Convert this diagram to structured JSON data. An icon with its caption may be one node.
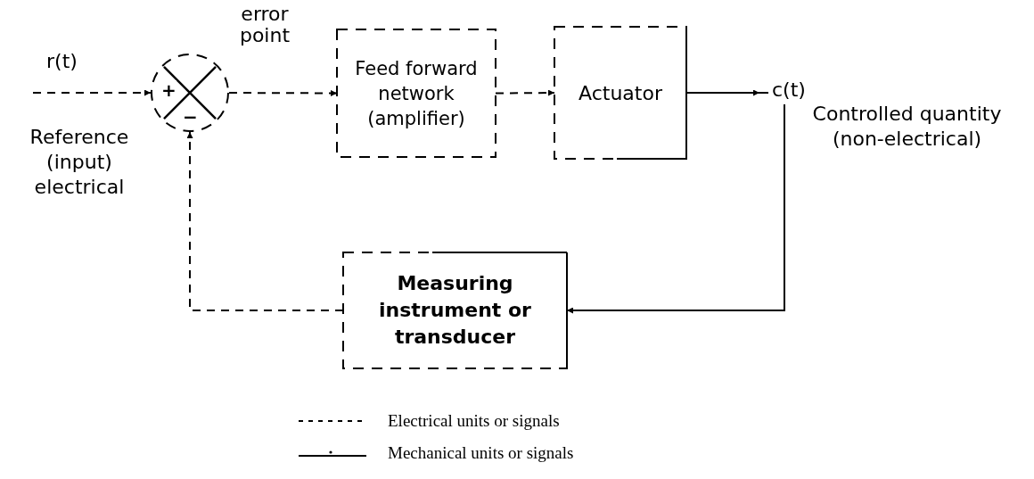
{
  "diagram": {
    "nodes": [
      {
        "text": [
          "+",
          "−"
        ],
        "beside": [
          "error point"
        ]
      },
      {
        "text": [
          "Feed forward network (amplifier)"
        ]
      },
      {
        "text": [
          "Actuator"
        ]
      },
      {
        "text": [
          "Measuring instrument or transducer"
        ]
      }
    ],
    "edges": [
      {
        "from": null,
        "to": 0,
        "arrow": "to",
        "label": "r(t)",
        "style": "dashed"
      },
      {
        "from": 0,
        "to": 1,
        "arrow": "to",
        "style": "dashed"
      },
      {
        "from": 1,
        "to": 2,
        "arrow": "to",
        "style": "dashed"
      },
      {
        "from": 2,
        "to": null,
        "arrow": "to",
        "label": "c(t)"
      },
      {
        "from": 2,
        "to": 3,
        "arrow": "to"
      },
      {
        "from": 3,
        "to": 0,
        "arrow": "to",
        "style": "dashed"
      }
    ],
    "labels": [
      "Reference (input) electrical",
      "Controlled quantity (non-electrical)"
    ],
    "legend": [
      {
        "text": "Electrical units or signals"
      },
      {
        "text": "Mechanical units or signals"
      }
    ]
  }
}
